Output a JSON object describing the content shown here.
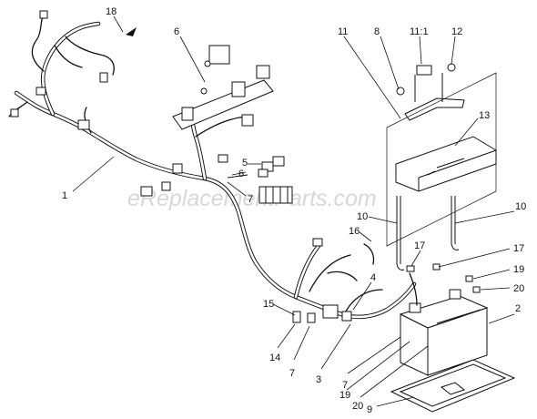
{
  "watermark": "eReplacementParts.com",
  "callouts": [
    {
      "id": "c18",
      "text": "18"
    },
    {
      "id": "c6a",
      "text": "6"
    },
    {
      "id": "c11",
      "text": "11"
    },
    {
      "id": "c8",
      "text": "8"
    },
    {
      "id": "c11-1",
      "text": "11:1"
    },
    {
      "id": "c12",
      "text": "12"
    },
    {
      "id": "c13",
      "text": "13"
    },
    {
      "id": "c1",
      "text": "1"
    },
    {
      "id": "c5",
      "text": "5"
    },
    {
      "id": "c6b",
      "text": "6"
    },
    {
      "id": "c7a",
      "text": "7"
    },
    {
      "id": "c10a",
      "text": "10"
    },
    {
      "id": "c10b",
      "text": "10"
    },
    {
      "id": "c16",
      "text": "16"
    },
    {
      "id": "c17a",
      "text": "17"
    },
    {
      "id": "c17b",
      "text": "17"
    },
    {
      "id": "c19a",
      "text": "19"
    },
    {
      "id": "c20a",
      "text": "20"
    },
    {
      "id": "c4",
      "text": "4"
    },
    {
      "id": "c2",
      "text": "2"
    },
    {
      "id": "c15",
      "text": "15"
    },
    {
      "id": "c14",
      "text": "14"
    },
    {
      "id": "c7b",
      "text": "7"
    },
    {
      "id": "c3",
      "text": "3"
    },
    {
      "id": "c7c",
      "text": "7"
    },
    {
      "id": "c19b",
      "text": "19"
    },
    {
      "id": "c20b",
      "text": "20"
    },
    {
      "id": "c9",
      "text": "9"
    }
  ]
}
